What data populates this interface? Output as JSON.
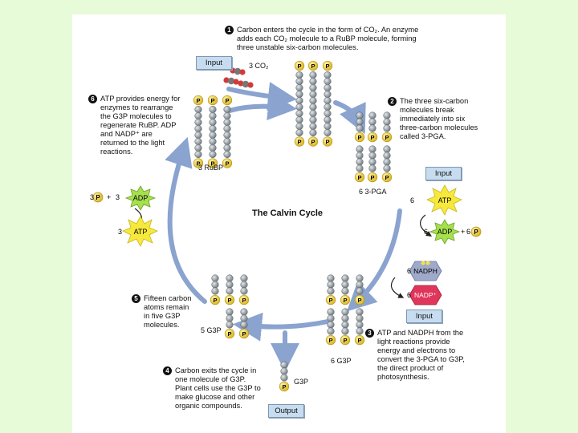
{
  "title": "The Calvin Cycle",
  "steps": [
    {
      "num": "1",
      "text": "Carbon enters the cycle in the form of CO₂. An enzyme\nadds each CO₂ molecule to a RuBP molecule, forming\nthree unstable six-carbon molecules."
    },
    {
      "num": "2",
      "text": "The three six-carbon\nmolecules break\nimmediately into six\nthree-carbon molecules\ncalled 3-PGA."
    },
    {
      "num": "3",
      "text": "ATP and NADPH from the\nlight reactions provide\nenergy and electrons to\nconvert the 3-PGA to G3P,\nthe direct product of\nphotosynthesis."
    },
    {
      "num": "4",
      "text": "Carbon exits the cycle in\none molecule of G3P.\nPlant cells use the G3P to\nmake glucose and other\norganic compounds."
    },
    {
      "num": "5",
      "text": "Fifteen carbon\natoms remain\nin five G3P\nmolecules."
    },
    {
      "num": "6",
      "text": "ATP provides energy for\nenzymes to rearrange\nthe G3P molecules to\nregenerate RuBP. ADP\nand NADP⁺ are\nreturned to the light\nreactions."
    }
  ],
  "labels": {
    "co2": "3 CO₂",
    "rubp": "3 RuBP",
    "pga": "6 3-PGA",
    "g3p6": "6 G3P",
    "g3p5": "5 G3P",
    "g3p1": "G3P",
    "p": "P",
    "atp": "ATP",
    "adp": "ADP",
    "nadph": "NADPH",
    "nadp": "NADP⁺",
    "three": "3",
    "six": "6",
    "plus": "+"
  },
  "boxes": {
    "input": "Input",
    "output": "Output"
  },
  "colors": {
    "page": "#e8fbd9",
    "arrow": "#8aa3cf",
    "atom": "#8c959c",
    "phosphate": "#f0d23a",
    "atp": "#f6e93c",
    "adp": "#a6e04e",
    "nadph": "#9fa9c9",
    "nadp": "#e0365c"
  }
}
